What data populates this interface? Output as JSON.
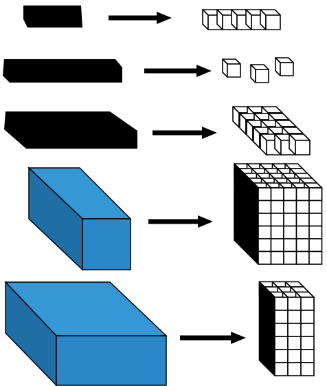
{
  "colors": {
    "solid_black": "#000000",
    "blue_front": "#2a88c8",
    "blue_top": "#3697d6",
    "blue_side": "#1f6ea6",
    "cube_face": "#ffffff",
    "edge": "#000000"
  },
  "rows": [
    {
      "source_shape": "black-thin-bar",
      "arrow": "right-arrow-icon",
      "result": "row-of-5-unit-cubes"
    },
    {
      "source_shape": "black-long-bar",
      "arrow": "right-arrow-icon",
      "result": "3-separate-unit-cubes"
    },
    {
      "source_shape": "black-flat-slab",
      "arrow": "right-arrow-icon",
      "result": "unit-cube-layer-grid"
    },
    {
      "source_shape": "blue-rectangular-prism",
      "arrow": "right-arrow-icon",
      "result": "unit-cube-prism-tall"
    },
    {
      "source_shape": "blue-large-prism",
      "arrow": "right-arrow-icon",
      "result": "unit-cube-prism-column"
    }
  ]
}
